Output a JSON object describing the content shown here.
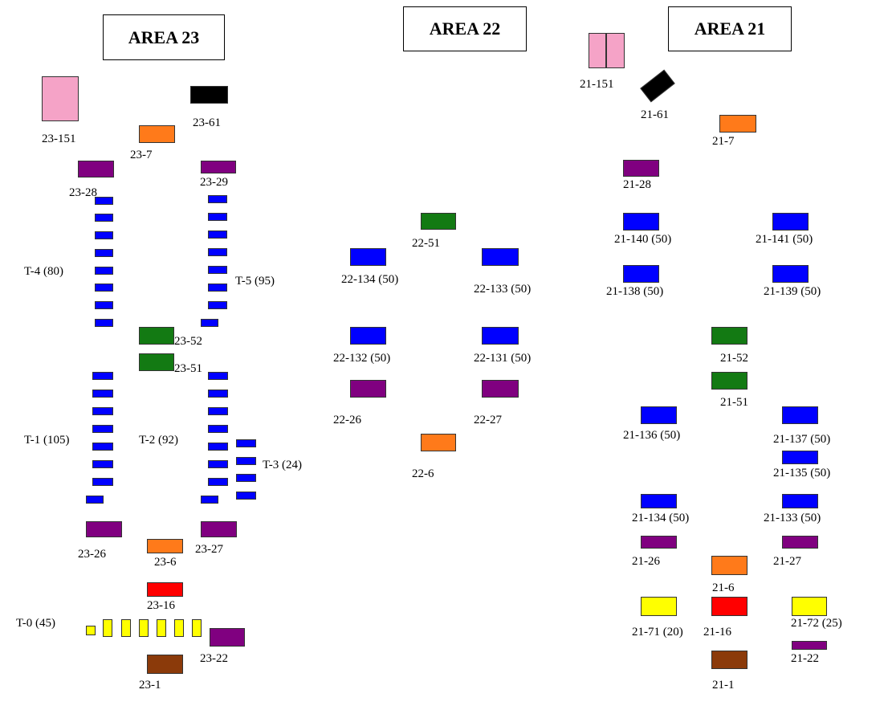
{
  "areas": {
    "a23": "AREA 23",
    "a22": "AREA 22",
    "a21": "AREA 21"
  },
  "labels": {
    "l23_151": "23-151",
    "l23_61": "23-61",
    "l23_7": "23-7",
    "l23_28": "23-28",
    "l23_29": "23-29",
    "t4": "T-4 (80)",
    "t5": "T-5 (95)",
    "l23_52": "23-52",
    "l23_51": "23-51",
    "t1": "T-1 (105)",
    "t2": "T-2 (92)",
    "t3": "T-3 (24)",
    "l23_26": "23-26",
    "l23_6": "23-6",
    "l23_27": "23-27",
    "l23_16": "23-16",
    "t0": "T-0 (45)",
    "l23_22": "23-22",
    "l23_1": "23-1",
    "l22_51": "22-51",
    "l22_134": "22-134 (50)",
    "l22_133": "22-133 (50)",
    "l22_132": "22-132 (50)",
    "l22_131": "22-131 (50)",
    "l22_26": "22-26",
    "l22_27": "22-27",
    "l22_6": "22-6",
    "l21_151": "21-151",
    "l21_61": "21-61",
    "l21_7": "21-7",
    "l21_28": "21-28",
    "l21_140": "21-140 (50)",
    "l21_141": "21-141 (50)",
    "l21_138": "21-138 (50)",
    "l21_139": "21-139 (50)",
    "l21_52": "21-52",
    "l21_51": "21-51",
    "l21_136": "21-136 (50)",
    "l21_137": "21-137 (50)",
    "l21_135": "21-135 (50)",
    "l21_134": "21-134 (50)",
    "l21_133": "21-133 (50)",
    "l21_26": "21-26",
    "l21_27": "21-27",
    "l21_6": "21-6",
    "l21_71": "21-71 (20)",
    "l21_16": "21-16",
    "l21_72": "21-72 (25)",
    "l21_22": "21-22",
    "l21_1": "21-1"
  },
  "colors": {
    "pink": "#f5a3c7",
    "black": "#000000",
    "orange": "#ff7a1a",
    "purple": "#800080",
    "blue": "#0000ff",
    "green": "#137a13",
    "red": "#ff0000",
    "yellow": "#ffff00",
    "brown": "#8b3a0a"
  }
}
